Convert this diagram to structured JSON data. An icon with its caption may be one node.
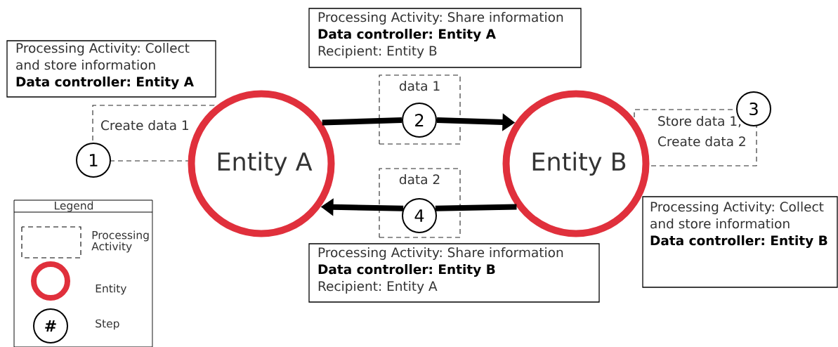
{
  "diagram": {
    "nodes": [
      {
        "text": [
          "Processing Activity: Collect and store information",
          "Data controller: Entity A"
        ]
      },
      {
        "text": [
          "Processing Activity: Share information",
          "Data controller: Entity A",
          "Recipient: Entity B"
        ]
      },
      {
        "text": [
          "Create data 1"
        ]
      },
      {
        "text": [
          "1"
        ]
      },
      {
        "text": [
          "data 1"
        ]
      },
      {
        "text": [
          "2"
        ],
        "in": 4
      },
      {
        "text": [
          "Store data 1, Create data 2"
        ]
      },
      {
        "text": [
          "3"
        ]
      },
      {
        "text": [
          "Entity A"
        ]
      },
      {
        "text": [
          "Entity B"
        ]
      },
      {
        "text": [
          "data 2"
        ]
      },
      {
        "text": [
          "4"
        ],
        "in": 10
      },
      {
        "text": [
          "Processing Activity: Collect and store information",
          "Data controller: Entity B"
        ]
      },
      {
        "text": [
          "Processing Activity: Share information",
          "Data controller: Entity B",
          "Recipient: Entity A"
        ]
      }
    ],
    "edges": [
      {
        "from": 8,
        "to": 5,
        "arrow": "none"
      },
      {
        "from": 5,
        "to": 9,
        "arrow": "to"
      },
      {
        "from": 9,
        "to": 11,
        "arrow": "none"
      },
      {
        "from": 11,
        "to": 8,
        "arrow": "to"
      }
    ],
    "labels": [
      "Legend",
      "#"
    ],
    "legend": [
      {
        "text": "Processing Activity"
      },
      {
        "text": "Entity"
      },
      {
        "text": "Step"
      }
    ]
  }
}
